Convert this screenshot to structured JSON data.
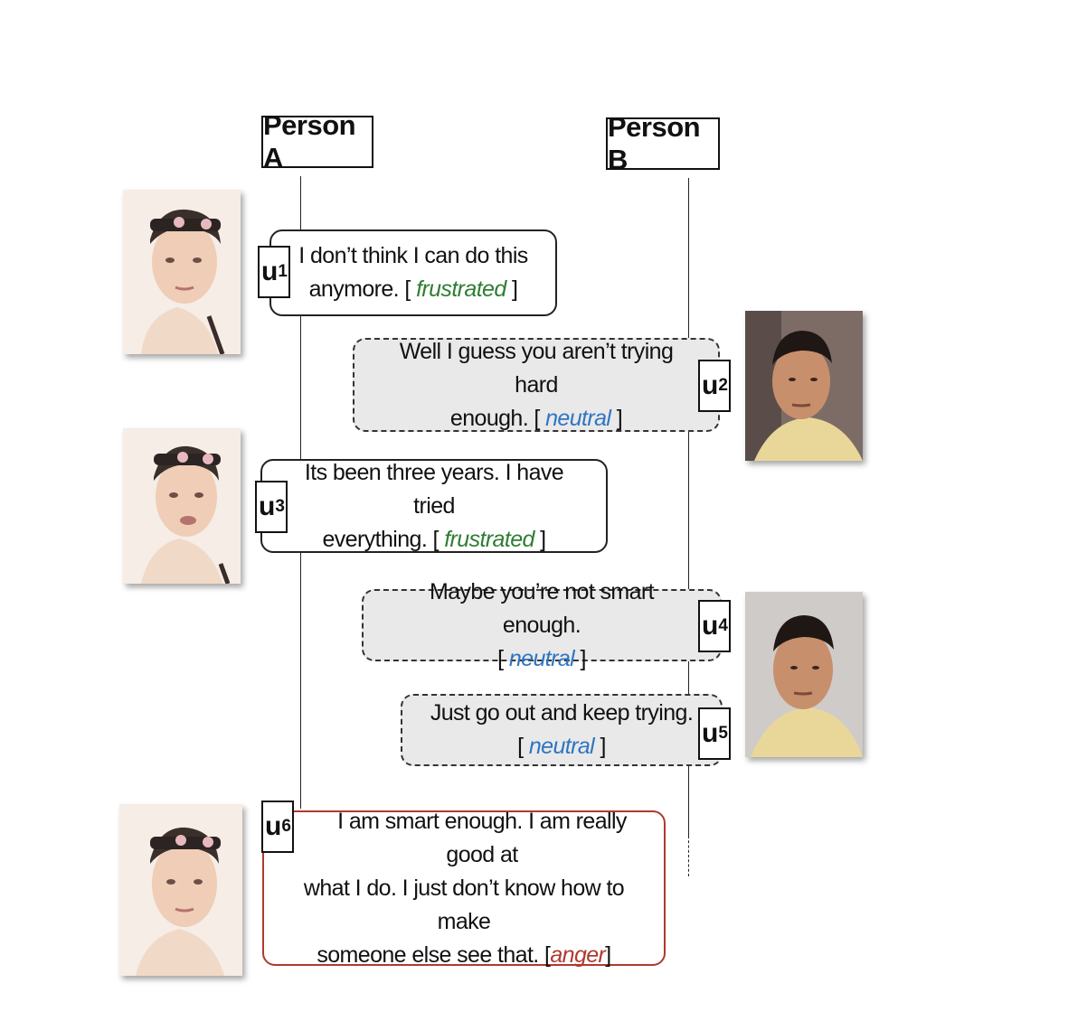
{
  "headers": {
    "person_a": "Person A",
    "person_b": "Person B"
  },
  "utterances": [
    {
      "id": "u1",
      "tag": "u",
      "index": "1",
      "speaker": "A",
      "line1": "I don’t think I can do this",
      "line2_pre": "anymore. [ ",
      "emotion": "frustrated",
      "line2_post": " ]"
    },
    {
      "id": "u2",
      "tag": "u",
      "index": "2",
      "speaker": "B",
      "line1": "Well I guess you aren’t trying hard",
      "line2_pre": "enough. [ ",
      "emotion": "neutral",
      "line2_post": " ]"
    },
    {
      "id": "u3",
      "tag": "u",
      "index": "3",
      "speaker": "A",
      "line1": "Its been three years. I have tried",
      "line2_pre": "everything. [ ",
      "emotion": "frustrated",
      "line2_post": " ]"
    },
    {
      "id": "u4",
      "tag": "u",
      "index": "4",
      "speaker": "B",
      "line1": "Maybe you’re not smart enough.",
      "line2_pre": "[ ",
      "emotion": "neutral",
      "line2_post": " ]"
    },
    {
      "id": "u5",
      "tag": "u",
      "index": "5",
      "speaker": "B",
      "line1": "Just go out and keep trying.",
      "line2_pre": "[ ",
      "emotion": "neutral",
      "line2_post": " ]"
    },
    {
      "id": "u6",
      "tag": "u",
      "index": "6",
      "speaker": "A",
      "line1": "I am smart enough. I am really good at",
      "line2": "what I do. I just don’t know how to make",
      "line3_pre": "someone else see that. [",
      "emotion": "anger",
      "line3_post": "]"
    }
  ],
  "colors": {
    "frustrated": "#2e7d32",
    "neutral": "#2f75c2",
    "anger": "#b03a2e",
    "speaker_b_bubble": "#e9e9e9"
  }
}
